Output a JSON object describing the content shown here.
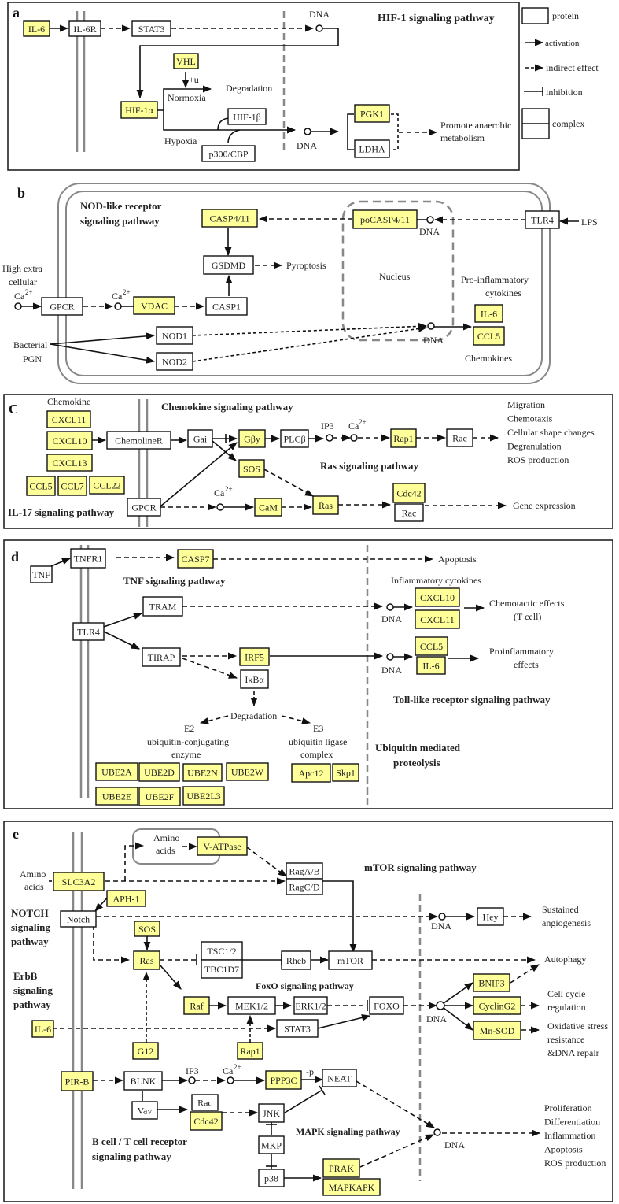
{
  "colors": {
    "highlight_fill": "#ffff99",
    "plain_fill": "#ffffff",
    "red_text": "#ff0000",
    "black_text": "#222222"
  },
  "legend": {
    "protein": "protein",
    "activation": "activation",
    "indirect": "indirect effect",
    "inhibition": "inhibition",
    "complex": "complex"
  },
  "panels": {
    "a": {
      "label": "a",
      "title": "HIF-1 signaling pathway",
      "texts": {
        "dna1": "DNA",
        "dna2": "DNA",
        "degradation": "Degradation",
        "normoxia": "Normoxia",
        "hypoxia": "Hypoxia",
        "ub": "+u",
        "promote1": "Promote anaerobic",
        "promote2": "metabolism"
      },
      "nodes": [
        {
          "id": "IL-6",
          "label": "IL-6",
          "hl": true,
          "red": true
        },
        {
          "id": "IL-6R",
          "label": "IL-6R",
          "hl": false,
          "red": false
        },
        {
          "id": "STAT3",
          "label": "STAT3",
          "hl": false,
          "red": false
        },
        {
          "id": "VHL",
          "label": "VHL",
          "hl": true,
          "red": false
        },
        {
          "id": "HIF-1a",
          "label": "HIF-1α",
          "hl": true,
          "red": false
        },
        {
          "id": "HIF-1b",
          "label": "HIF-1β",
          "hl": false,
          "red": false
        },
        {
          "id": "p300",
          "label": "p300/CBP",
          "hl": false,
          "red": false
        },
        {
          "id": "PGK1",
          "label": "PGK1",
          "hl": true,
          "red": false
        },
        {
          "id": "LDHA",
          "label": "LDHA",
          "hl": false,
          "red": false
        }
      ]
    },
    "b": {
      "label": "b",
      "title1": "NOD-like receptor",
      "title2": "signaling pathway",
      "texts": {
        "high1": "High extra",
        "high2": "cellular",
        "ca1": "Ca",
        "ca2": "Ca",
        "sup": "2+",
        "pyro": "Pyroptosis",
        "nucleus": "Nucleus",
        "dna1": "DNA",
        "dna2": "DNA",
        "lps": "LPS",
        "pro1": "Pro-inflammatory",
        "pro2": "cytokines",
        "chemo": "Chemokines",
        "bact1": "Bacterial",
        "bact2": "PGN"
      },
      "nodes": [
        {
          "id": "CASP4/11",
          "label": "CASP4/11",
          "hl": true,
          "red": false
        },
        {
          "id": "poCASP4/11",
          "label": "poCASP4/11",
          "hl": true,
          "red": false
        },
        {
          "id": "TLR4",
          "label": "TLR4",
          "hl": false,
          "red": false
        },
        {
          "id": "GSDMD",
          "label": "GSDMD",
          "hl": false,
          "red": false
        },
        {
          "id": "GPCR",
          "label": "GPCR",
          "hl": false,
          "red": false
        },
        {
          "id": "VDAC",
          "label": "VDAC",
          "hl": true,
          "red": false
        },
        {
          "id": "CASP1",
          "label": "CASP1",
          "hl": false,
          "red": false
        },
        {
          "id": "NOD1",
          "label": "NOD1",
          "hl": false,
          "red": false
        },
        {
          "id": "NOD2",
          "label": "NOD2",
          "hl": false,
          "red": false
        },
        {
          "id": "IL-6",
          "label": "IL-6",
          "hl": true,
          "red": true
        },
        {
          "id": "CCL5",
          "label": "CCL5",
          "hl": true,
          "red": true
        }
      ]
    },
    "c": {
      "label": "C",
      "title": "Chemokine signaling pathway",
      "ras_title": "Ras signaling pathway",
      "il17_title": "IL-17 signaling pathway",
      "texts": {
        "chemokine": "Chemokine",
        "ip3": "IP3",
        "ca1": "Ca",
        "ca2": "Ca",
        "sup": "2+",
        "gene": "Gene expression"
      },
      "outcomes": [
        "Migration",
        "Chemotaxis",
        "Cellular shape changes",
        "Degranulation",
        "ROS production"
      ],
      "nodes": [
        {
          "id": "CXCL11",
          "label": "CXCL11",
          "hl": true,
          "red": false
        },
        {
          "id": "CXCL10",
          "label": "CXCL10",
          "hl": true,
          "red": false
        },
        {
          "id": "CXCL13",
          "label": "CXCL13",
          "hl": true,
          "red": false
        },
        {
          "id": "CCL5",
          "label": "CCL5",
          "hl": true,
          "red": true
        },
        {
          "id": "CCL7",
          "label": "CCL7",
          "hl": true,
          "red": true
        },
        {
          "id": "CCL22",
          "label": "CCL22",
          "hl": true,
          "red": false
        },
        {
          "id": "ChemolineR",
          "label": "ChemolineR",
          "hl": false,
          "red": false
        },
        {
          "id": "Gai",
          "label": "Gai",
          "hl": false,
          "red": false
        },
        {
          "id": "Gby",
          "label": "Gβy",
          "hl": true,
          "red": true
        },
        {
          "id": "PLCb",
          "label": "PLCβ",
          "hl": false,
          "red": false
        },
        {
          "id": "Rap1",
          "label": "Rap1",
          "hl": true,
          "red": false
        },
        {
          "id": "Rac",
          "label": "Rac",
          "hl": false,
          "red": false
        },
        {
          "id": "SOS",
          "label": "SOS",
          "hl": true,
          "red": false
        },
        {
          "id": "GPCR",
          "label": "GPCR",
          "hl": false,
          "red": false
        },
        {
          "id": "CaM",
          "label": "CaM",
          "hl": true,
          "red": true
        },
        {
          "id": "Ras",
          "label": "Ras",
          "hl": true,
          "red": false
        },
        {
          "id": "Cdc42",
          "label": "Cdc42",
          "hl": true,
          "red": false
        },
        {
          "id": "Rac2",
          "label": "Rac",
          "hl": false,
          "red": false
        }
      ]
    },
    "d": {
      "label": "d",
      "tnf_title": "TNF signaling pathway",
      "tlr_title": "Toll-like receptor signaling pathway",
      "ub_title1": "Ubiquitin mediated",
      "ub_title2": "proteolysis",
      "texts": {
        "apoptosis": "Apoptosis",
        "inflam": "Inflammatory cytokines",
        "chemo1": "Chemotactic effects",
        "chemo2": "(T cell)",
        "proinf1": "Proinflammatory",
        "proinf2": "effects",
        "dna1": "DNA",
        "dna2": "DNA",
        "degradation": "Degradation",
        "e2a": "E2",
        "e2b": "ubiquitin-conjugating",
        "e2c": "enzyme",
        "e3a": "E3",
        "e3b": "ubiquitin ligase",
        "e3c": "complex"
      },
      "nodes": [
        {
          "id": "TNF",
          "label": "TNF",
          "hl": false,
          "red": false
        },
        {
          "id": "TNFR1",
          "label": "TNFR1",
          "hl": false,
          "red": false
        },
        {
          "id": "CASP7",
          "label": "CASP7",
          "hl": true,
          "red": false
        },
        {
          "id": "TRAM",
          "label": "TRAM",
          "hl": false,
          "red": false
        },
        {
          "id": "TLR4",
          "label": "TLR4",
          "hl": false,
          "red": false
        },
        {
          "id": "TIRAP",
          "label": "TIRAP",
          "hl": false,
          "red": false
        },
        {
          "id": "IRF5",
          "label": "IRF5",
          "hl": true,
          "red": true
        },
        {
          "id": "IkBa",
          "label": "IκBα",
          "hl": false,
          "red": false
        },
        {
          "id": "CXCL10",
          "label": "CXCL10",
          "hl": true,
          "red": false
        },
        {
          "id": "CXCL11",
          "label": "CXCL11",
          "hl": true,
          "red": false
        },
        {
          "id": "CCL5",
          "label": "CCL5",
          "hl": true,
          "red": true
        },
        {
          "id": "IL-6",
          "label": "IL-6",
          "hl": true,
          "red": true
        },
        {
          "id": "UBE2A",
          "label": "UBE2A",
          "hl": true,
          "red": false
        },
        {
          "id": "UBE2D",
          "label": "UBE2D",
          "hl": true,
          "red": false
        },
        {
          "id": "UBE2N",
          "label": "UBE2N",
          "hl": true,
          "red": false
        },
        {
          "id": "UBE2W",
          "label": "UBE2W",
          "hl": true,
          "red": false
        },
        {
          "id": "UBE2E",
          "label": "UBE2E",
          "hl": true,
          "red": false
        },
        {
          "id": "UBE2F",
          "label": "UBE2F",
          "hl": true,
          "red": false
        },
        {
          "id": "UBE2L3",
          "label": "UBE2L3",
          "hl": true,
          "red": false
        },
        {
          "id": "Apc12",
          "label": "Apc12",
          "hl": true,
          "red": false
        },
        {
          "id": "Skp1",
          "label": "Skp1",
          "hl": true,
          "red": false
        }
      ]
    },
    "e": {
      "label": "e",
      "mtor_title": "mTOR signaling pathway",
      "notch1": "NOTCH",
      "notch2": "signaling",
      "notch3": "pathway",
      "erbb1": "ErbB",
      "erbb2": "signaling",
      "erbb3": "pathway",
      "foxo_title": "FoxO signaling pathway",
      "mapk_title": "MAPK signaling pathway",
      "bcell1": "B cell / T cell receptor",
      "bcell2": "signaling pathway",
      "texts": {
        "amino1a": "Amino",
        "amino1b": "acids",
        "amino2a": "Amino",
        "amino2b": "acids",
        "dna1": "DNA",
        "dna2": "DNA",
        "dna3": "DNA",
        "sustained1": "Sustained",
        "sustained2": "angiogenesis",
        "autophagy": "Autophagy",
        "cc1": "Cell cycle",
        "cc2": "regulation",
        "ox1": "Oxidative stress",
        "ox2": "resistance",
        "ox3": "&DNA repair",
        "ip3": "IP3",
        "ca": "Ca",
        "sup": "2+",
        "p": "-p"
      },
      "outcomes": [
        "Proliferation",
        "Differentiation",
        "Inflammation",
        "Apoptosis",
        "ROS production"
      ],
      "nodes": [
        {
          "id": "V-ATPase",
          "label": "V-ATPase",
          "hl": true,
          "red": false
        },
        {
          "id": "SLC3A2",
          "label": "SLC3A2",
          "hl": true,
          "red": false
        },
        {
          "id": "RagAB",
          "label": "RagA/B",
          "hl": false,
          "red": false
        },
        {
          "id": "RagCD",
          "label": "RagC/D",
          "hl": false,
          "red": false
        },
        {
          "id": "APH-1",
          "label": "APH-1",
          "hl": true,
          "red": false
        },
        {
          "id": "Notch",
          "label": "Notch",
          "hl": false,
          "red": false
        },
        {
          "id": "Hey",
          "label": "Hey",
          "hl": false,
          "red": false
        },
        {
          "id": "SOS",
          "label": "SOS",
          "hl": true,
          "red": false
        },
        {
          "id": "Ras",
          "label": "Ras",
          "hl": true,
          "red": false
        },
        {
          "id": "TSC12",
          "label": "TSC1/2",
          "hl": false,
          "red": false
        },
        {
          "id": "TBC1D7",
          "label": "TBC1D7",
          "hl": false,
          "red": false
        },
        {
          "id": "Rheb",
          "label": "Rheb",
          "hl": false,
          "red": false
        },
        {
          "id": "mTOR",
          "label": "mTOR",
          "hl": false,
          "red": false
        },
        {
          "id": "Raf",
          "label": "Raf",
          "hl": true,
          "red": false
        },
        {
          "id": "MEK12",
          "label": "MEK1/2",
          "hl": false,
          "red": false
        },
        {
          "id": "ERK12",
          "label": "ERK1/2",
          "hl": false,
          "red": false
        },
        {
          "id": "FOXO",
          "label": "FOXO",
          "hl": false,
          "red": false
        },
        {
          "id": "IL-6",
          "label": "IL-6",
          "hl": true,
          "red": true
        },
        {
          "id": "STAT3",
          "label": "STAT3",
          "hl": false,
          "red": false
        },
        {
          "id": "G12",
          "label": "G12",
          "hl": true,
          "red": false
        },
        {
          "id": "Rap1",
          "label": "Rap1",
          "hl": true,
          "red": false
        },
        {
          "id": "BNIP3",
          "label": "BNIP3",
          "hl": true,
          "red": false
        },
        {
          "id": "CyclinG2",
          "label": "CyclinG2",
          "hl": true,
          "red": false
        },
        {
          "id": "Mn-SOD",
          "label": "Mn-SOD",
          "hl": true,
          "red": false
        },
        {
          "id": "PIR-B",
          "label": "PIR-B",
          "hl": true,
          "red": false
        },
        {
          "id": "BLNK",
          "label": "BLNK",
          "hl": false,
          "red": false
        },
        {
          "id": "PPP3C",
          "label": "PPP3C",
          "hl": true,
          "red": false
        },
        {
          "id": "NEAT",
          "label": "NEAT",
          "hl": false,
          "red": false
        },
        {
          "id": "Vav",
          "label": "Vav",
          "hl": false,
          "red": false
        },
        {
          "id": "Rac",
          "label": "Rac",
          "hl": false,
          "red": false
        },
        {
          "id": "Cdc42",
          "label": "Cdc42",
          "hl": true,
          "red": false
        },
        {
          "id": "JNK",
          "label": "JNK",
          "hl": false,
          "red": false
        },
        {
          "id": "MKP",
          "label": "MKP",
          "hl": false,
          "red": false
        },
        {
          "id": "p38",
          "label": "p38",
          "hl": false,
          "red": false
        },
        {
          "id": "PRAK",
          "label": "PRAK",
          "hl": true,
          "red": false
        },
        {
          "id": "MAPKAPK",
          "label": "MAPKAPK",
          "hl": true,
          "red": false
        }
      ]
    }
  }
}
